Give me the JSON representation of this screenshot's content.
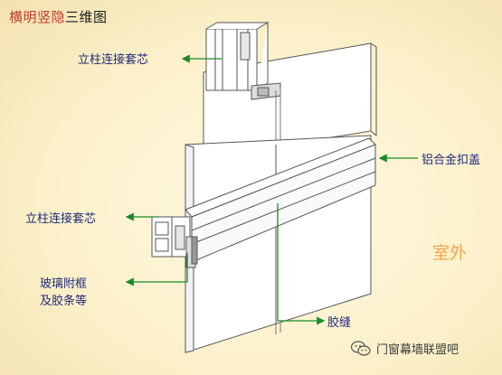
{
  "title": {
    "part_red": "横明竖隐",
    "part_black": "三维图"
  },
  "labels": {
    "mullion_sleeve_top": "立柱连接套芯",
    "mullion_sleeve_left": "立柱连接套芯",
    "aluminum_cover": "铝合金扣盖",
    "glass_frame_line1": "玻璃附框",
    "glass_frame_line2": "及胶条等",
    "sealant_joint": "胶缝"
  },
  "outdoor_label": "室外",
  "watermark": {
    "text": "门窗幕墙联盟吧",
    "icon": "wechat-icon"
  },
  "colors": {
    "title_accent": "#c0392b",
    "label_text": "#1f2a7a",
    "leader_line": "#1a8a2a",
    "outdoor_text": "#f2a54a",
    "line_art": "#555555"
  }
}
